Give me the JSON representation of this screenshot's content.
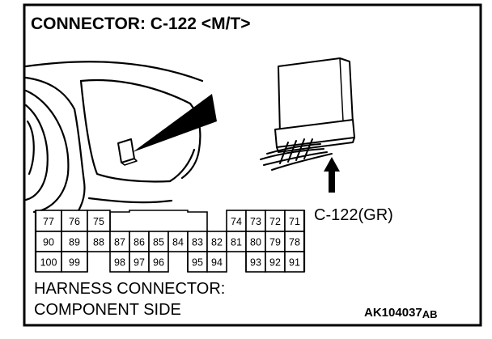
{
  "title": "CONNECTOR: C-122 <M/T>",
  "connector_callout": "C-122(GR)",
  "caption": {
    "line1": "HARNESS CONNECTOR:",
    "line2": "COMPONENT SIDE"
  },
  "figure_code": {
    "main": "AK104037",
    "suffix": "AB"
  },
  "pins": {
    "row1": [
      "77",
      "76",
      "75",
      "74",
      "73",
      "72",
      "71"
    ],
    "row2": [
      "90",
      "89",
      "88",
      "87",
      "86",
      "85",
      "84",
      "83",
      "82",
      "81",
      "80",
      "79",
      "78"
    ],
    "row3": [
      "100",
      "99",
      "98",
      "97",
      "96",
      "95",
      "94",
      "93",
      "92",
      "91"
    ]
  }
}
